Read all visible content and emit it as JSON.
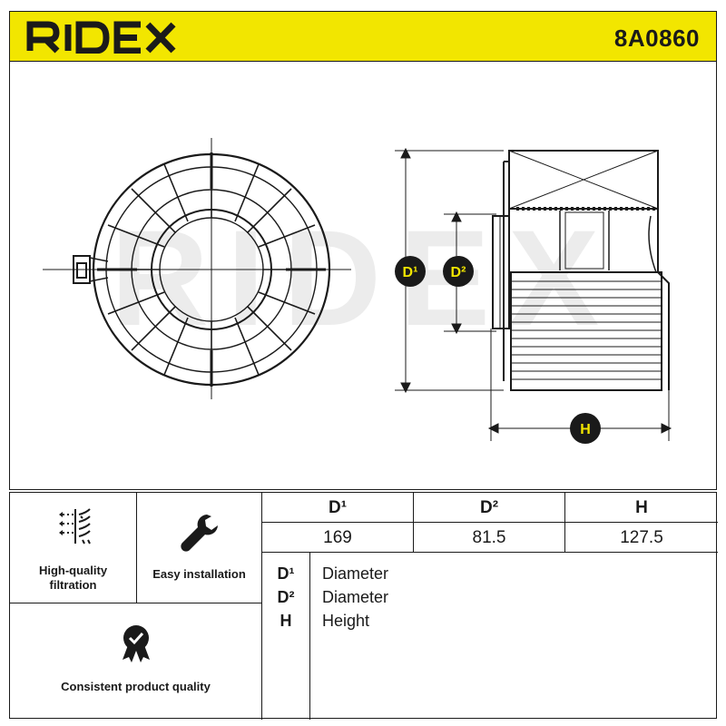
{
  "header": {
    "brand": "RIDEX",
    "part_number": "8A0860",
    "accent_color": "#f2e600"
  },
  "drawing": {
    "watermark": "RIDEX",
    "labels": {
      "d1": "D¹",
      "d2": "D²",
      "h": "H"
    }
  },
  "features": [
    {
      "icon": "filtration-icon",
      "label_line1": "High-quality",
      "label_line2": "filtration"
    },
    {
      "icon": "wrench-icon",
      "label": "Easy installation"
    },
    {
      "icon": "quality-badge-icon",
      "label": "Consistent product quality"
    }
  ],
  "dimensions": {
    "headers": [
      "D¹",
      "D²",
      "H"
    ],
    "values": [
      "169",
      "81.5",
      "127.5"
    ]
  },
  "legend": [
    {
      "key": "D¹",
      "value": "Diameter"
    },
    {
      "key": "D²",
      "value": "Diameter"
    },
    {
      "key": "H",
      "value": "Height"
    }
  ]
}
